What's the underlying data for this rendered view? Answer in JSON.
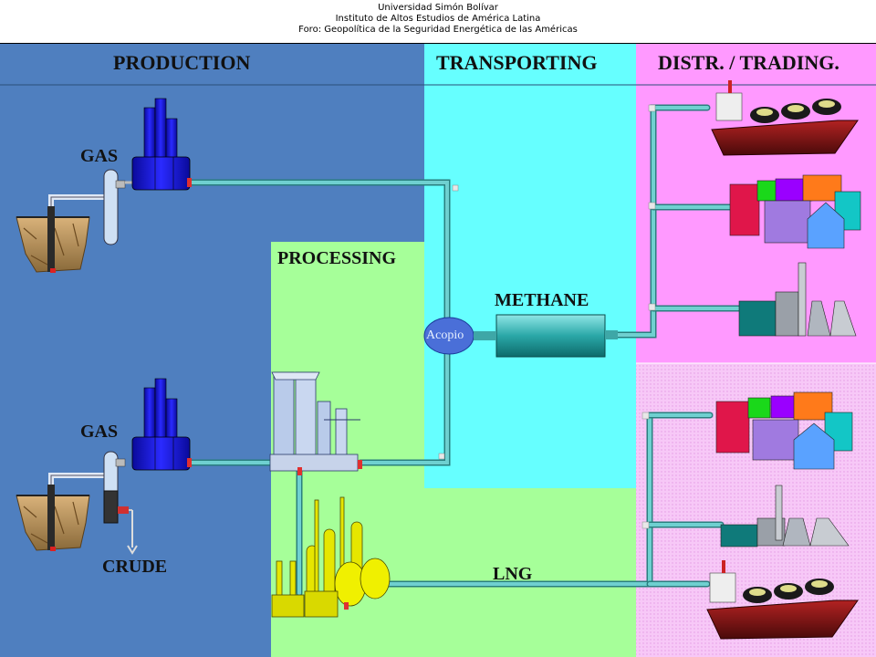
{
  "header": {
    "line1": "Universidad Simón Bolívar",
    "line2": "Instituto de Altos Estudios de América Latina",
    "line3": "Foro: Geopolítica de la Seguridad Energética de las Américas"
  },
  "sections": {
    "production": "PRODUCTION",
    "transporting": "TRANSPORTING",
    "distr_trading": "DISTR. / TRADING.",
    "processing": "PROCESSING"
  },
  "labels": {
    "gas_top": "GAS",
    "gas_bottom": "GAS",
    "crude": "CRUDE",
    "methane": "METHANE",
    "acopio": "Acopio",
    "lng": "LNG"
  },
  "colors": {
    "production_bg": "#4f7fbf",
    "transporting_bg": "#66ffff",
    "processing_bg": "#a6ff99",
    "distribution_bg": "#ff99ff",
    "pipe": "#5fb8b8",
    "tank_blue": "#1a1aff",
    "ship_hull": "#8b1a1a",
    "refinery_yellow": "#e6e600"
  }
}
